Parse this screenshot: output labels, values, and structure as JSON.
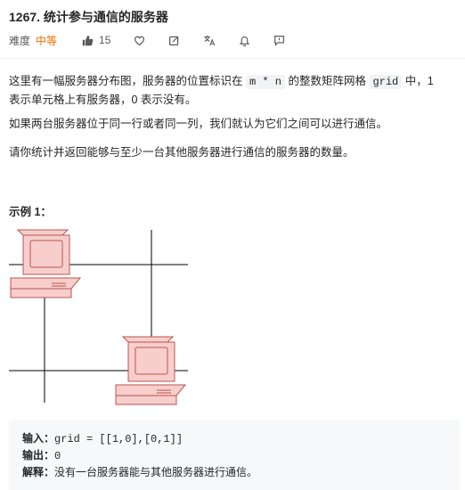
{
  "problem": {
    "title": "1267. 统计参与通信的服务器",
    "difficulty_label": "难度",
    "difficulty": "中等",
    "like_count": "15"
  },
  "toolbar_icons": [
    "thumbs-up-icon",
    "heart-icon",
    "share-icon",
    "translate-icon",
    "bell-icon",
    "feedback-icon"
  ],
  "description": {
    "p1_a": "这里有一幅服务器分布图，服务器的位置标识在 ",
    "p1_code1": "m * n",
    "p1_b": " 的整数矩阵网格 ",
    "p1_code2": "grid",
    "p1_c": " 中，1",
    "p1_d": "表示单元格上有服务器，0 表示没有。",
    "p2": "如果两台服务器位于同一行或者同一列，我们就认为它们之间可以进行通信。",
    "p3": "请你统计并返回能够与至少一台其他服务器进行通信的服务器的数量。"
  },
  "example": {
    "title": "示例 1：",
    "input_label": "输入：",
    "input_value": "grid = [[1,0],[0,1]]",
    "output_label": "输出：",
    "output_value": "0",
    "explanation_label": "解释：",
    "explanation_value": "没有一台服务器能与其他服务器进行通信。"
  },
  "colors": {
    "accent_difficulty": "#ef6c00",
    "server_fill": "#f8cecc",
    "server_stroke": "#b85450"
  }
}
